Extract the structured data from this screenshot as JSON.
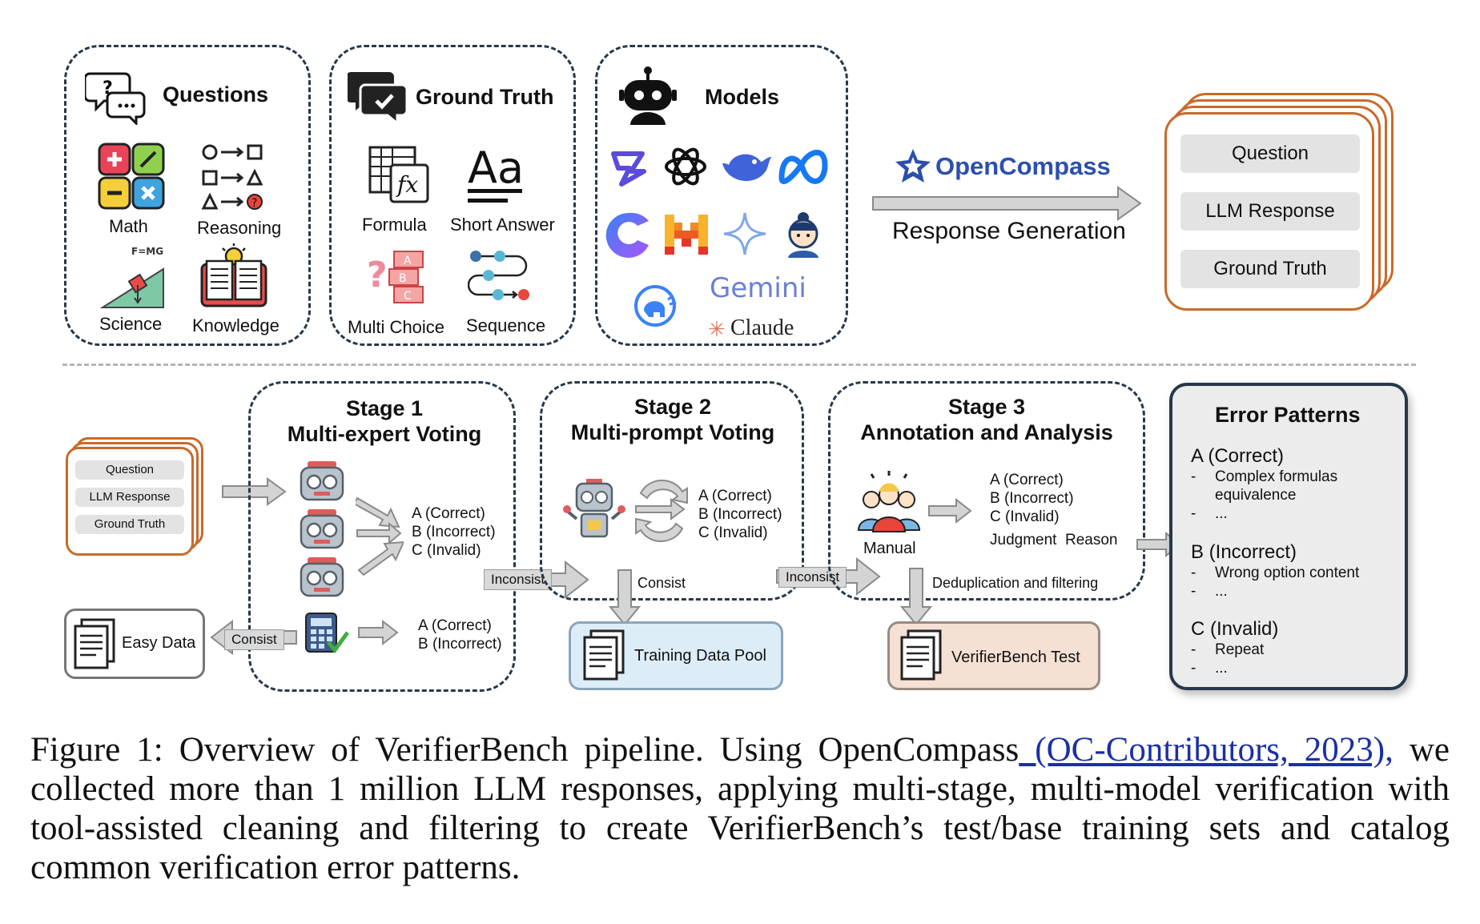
{
  "panels": {
    "questions": {
      "title": "Questions",
      "items": [
        "Math",
        "Reasoning",
        "Science",
        "Knowledge"
      ],
      "science_icon_text": "F=MG"
    },
    "ground_truth": {
      "title": "Ground Truth",
      "items": [
        "Formula",
        "Short Answer",
        "Multi Choice",
        "Sequence"
      ],
      "short_answer_icon_text": "Aa",
      "multi_choice_letters": [
        "A",
        "B",
        "C"
      ]
    },
    "models": {
      "title": "Models",
      "gemini_label": "Gemini",
      "claude_label": "Claude"
    }
  },
  "generation": {
    "brand": "OpenCompass",
    "arrow_label": "Response Generation"
  },
  "record_card": {
    "fields": [
      "Question",
      "LLM Response",
      "Ground Truth"
    ]
  },
  "stage1": {
    "title_line1": "Stage 1",
    "title_line2": "Multi-expert Voting",
    "options_expert": [
      "A (Correct)",
      "B (Incorrect)",
      "C (Invalid)"
    ],
    "options_tool": [
      "A (Correct)",
      "B (Incorrect)"
    ],
    "input_fields": [
      "Question",
      "LLM Response",
      "Ground Truth"
    ],
    "consist_label": "Consist",
    "inconsist_label": "Inconsist",
    "easy_data_label": "Easy Data"
  },
  "stage2": {
    "title_line1": "Stage 2",
    "title_line2": "Multi-prompt Voting",
    "options": [
      "A (Correct)",
      "B (Incorrect)",
      "C (Invalid)"
    ],
    "consist_label": "Consist",
    "inconsist_label": "Inconsist",
    "pool_label": "Training Data Pool"
  },
  "stage3": {
    "title_line1": "Stage 3",
    "title_line2": "Annotation and Analysis",
    "options": [
      "A (Correct)",
      "B (Incorrect)",
      "C (Invalid)"
    ],
    "judgment_label": "Judgment  Reason",
    "manual_label": "Manual",
    "dedup_label": "Deduplication and filtering",
    "test_label": "VerifierBench Test"
  },
  "error_patterns": {
    "title": "Error Patterns",
    "groups": [
      {
        "heading": "A (Correct)",
        "items": [
          "Complex formulas",
          "equivalence",
          "..."
        ]
      },
      {
        "heading": "B (Incorrect)",
        "items": [
          "Wrong option content",
          "..."
        ]
      },
      {
        "heading": "C (Invalid)",
        "items": [
          "Repeat",
          "..."
        ]
      }
    ]
  },
  "caption": {
    "part1": "Figure 1:  Overview of VerifierBench pipeline.  Using OpenCompass",
    "citation": " (OC-Contributors, 2023),",
    "part2": " we collected more than 1 million LLM responses, applying multi-stage, multi-model verification with tool-assisted cleaning and filtering to create VerifierBench’s test/base training sets and catalog common verification error patterns."
  },
  "colors": {
    "dashed_border": "#27384a",
    "card_border": "#c86a2a",
    "pool_fill": "#dcedf8",
    "test_fill": "#f5e0d4",
    "opencompass_blue": "#2c4fae",
    "citation_blue": "#1a2fa8"
  }
}
